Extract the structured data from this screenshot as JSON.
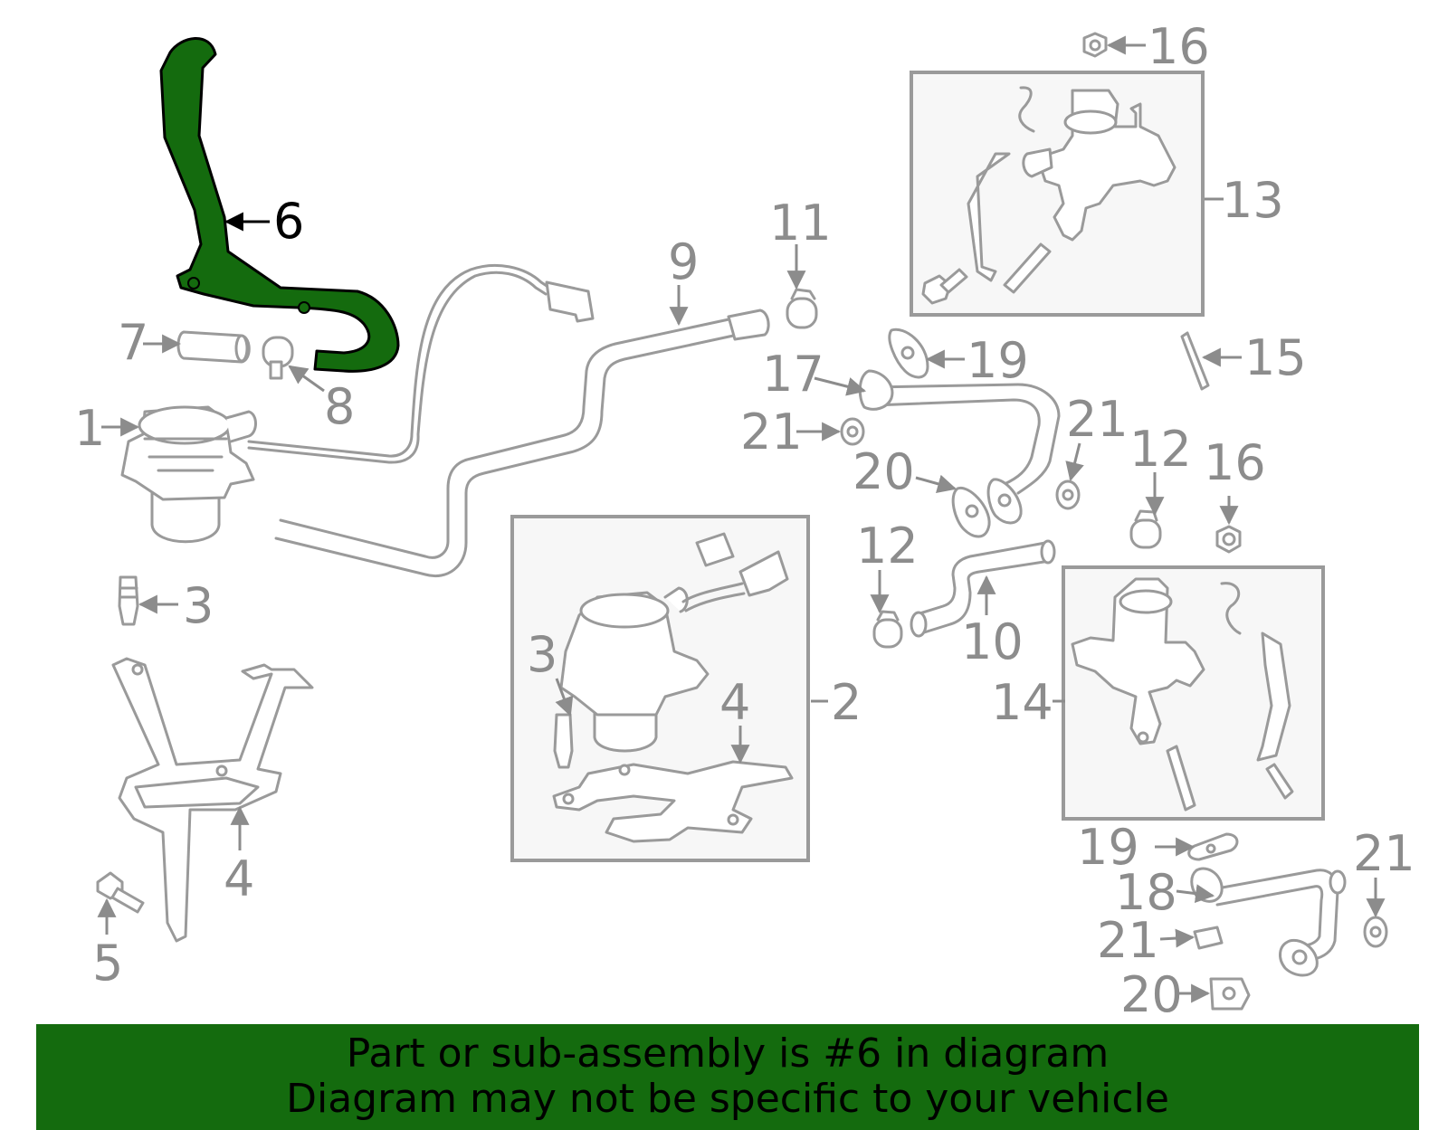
{
  "colors": {
    "highlight": "#146b0e",
    "line": "#9a9a9a",
    "callout_text": "#8c8c8c",
    "banner_bg": "#146b0e"
  },
  "callouts": {
    "c1": "1",
    "c2": "2",
    "c3a": "3",
    "c3b": "3",
    "c4a": "4",
    "c4b": "4",
    "c5": "5",
    "c6": "6",
    "c7": "7",
    "c8": "8",
    "c9": "9",
    "c10": "10",
    "c11": "11",
    "c12a": "12",
    "c12b": "12",
    "c13": "13",
    "c14": "14",
    "c15": "15",
    "c16a": "16",
    "c16b": "16",
    "c17": "17",
    "c18": "18",
    "c19a": "19",
    "c19b": "19",
    "c20a": "20",
    "c20b": "20",
    "c21a": "21",
    "c21b": "21",
    "c21c": "21",
    "c21d": "21"
  },
  "banner": {
    "line1": "Part or sub-assembly is #6 in diagram",
    "line2": "Diagram may not be specific to your vehicle"
  }
}
